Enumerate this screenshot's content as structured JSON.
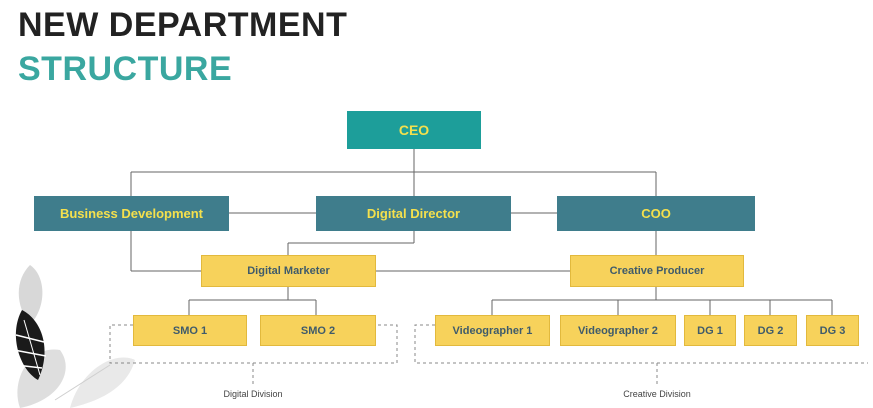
{
  "title": {
    "line1": "NEW DEPARTMENT",
    "line2": "STRUCTURE"
  },
  "nodes": {
    "ceo": "CEO",
    "business_development": "Business Development",
    "digital_director": "Digital Director",
    "coo": "COO",
    "digital_marketer": "Digital Marketer",
    "creative_producer": "Creative Producer",
    "smo1": "SMO 1",
    "smo2": "SMO 2",
    "videographer1": "Videographer 1",
    "videographer2": "Videographer 2",
    "dg1": "DG 1",
    "dg2": "DG 2",
    "dg3": "DG 3"
  },
  "divisions": {
    "digital": "Digital Division",
    "creative": "Creative Division"
  },
  "colors": {
    "title_dark": "#222222",
    "title_accent": "#3aa7a0",
    "ceo_box": "#1d9e9a",
    "manager_box": "#3f7d8c",
    "staff_box": "#f7d25b",
    "box_text_light": "#f4e04d",
    "box_text_dark": "#3f5b6b",
    "connector": "#666666"
  }
}
